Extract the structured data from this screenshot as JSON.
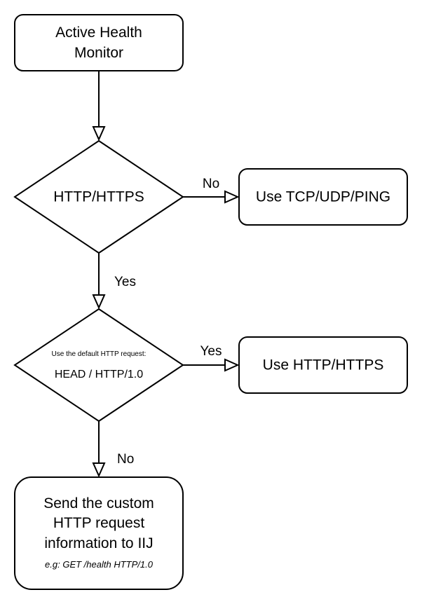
{
  "nodes": {
    "start": {
      "lines": [
        "Active Health",
        "Monitor"
      ]
    },
    "decision_protocol": {
      "label": "HTTP/HTTPS"
    },
    "tcp_box": {
      "label": "Use TCP/UDP/PING"
    },
    "decision_default": {
      "small_label": "Use the default HTTP request:",
      "label": "HEAD / HTTP/1.0"
    },
    "http_box": {
      "label": "Use HTTP/HTTPS"
    },
    "custom_box": {
      "lines": [
        "Send the custom",
        "HTTP request",
        "information to IIJ"
      ],
      "example": "e.g: GET /health HTTP/1.0"
    }
  },
  "edges": {
    "protocol_no": "No",
    "protocol_yes": "Yes",
    "default_yes": "Yes",
    "default_no": "No"
  }
}
